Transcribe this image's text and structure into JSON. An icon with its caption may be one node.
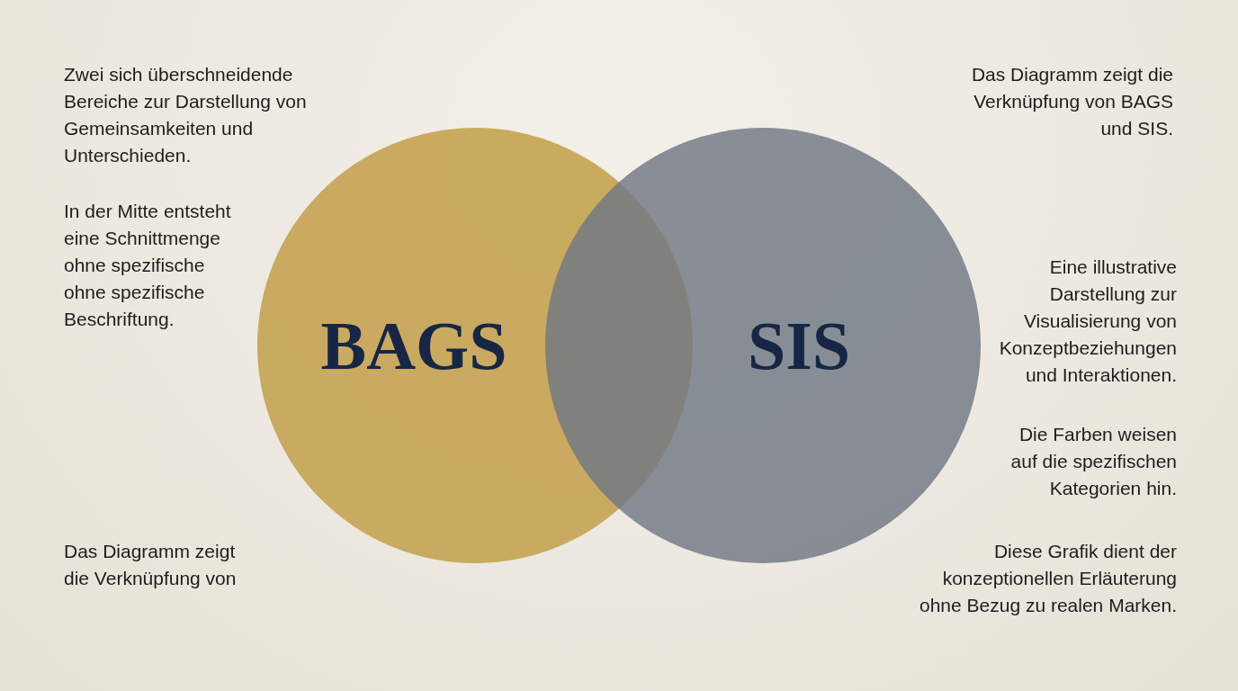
{
  "diagram": {
    "nodes": [
      {
        "text": [
          "BAGS"
        ]
      },
      {
        "text": [
          "SIS"
        ]
      }
    ],
    "edges": [],
    "labels": [
      "Zwei sich überschneidende Bereiche zur Darstellung von Gemeinsamkeiten und Unterschieden.",
      "Das Diagramm zeigt die Verknüpfung von BAGS und SIS.",
      "In der Mitte entsteht eine Schnittmenge ohne spezifische ohne spezifische Beschriftung.",
      "Eine illustrative Darstellung zur Visualisierung von Konzeptbeziehungen und Interaktionen.",
      "Die Farben weisen auf die spezifischen Kategorien hin.",
      "Das Diagramm zeigt die Verknüpfung von",
      "Diese Grafik dient der konzeptionellen Erläuterung ohne Bezug zu realen Marken."
    ]
  }
}
